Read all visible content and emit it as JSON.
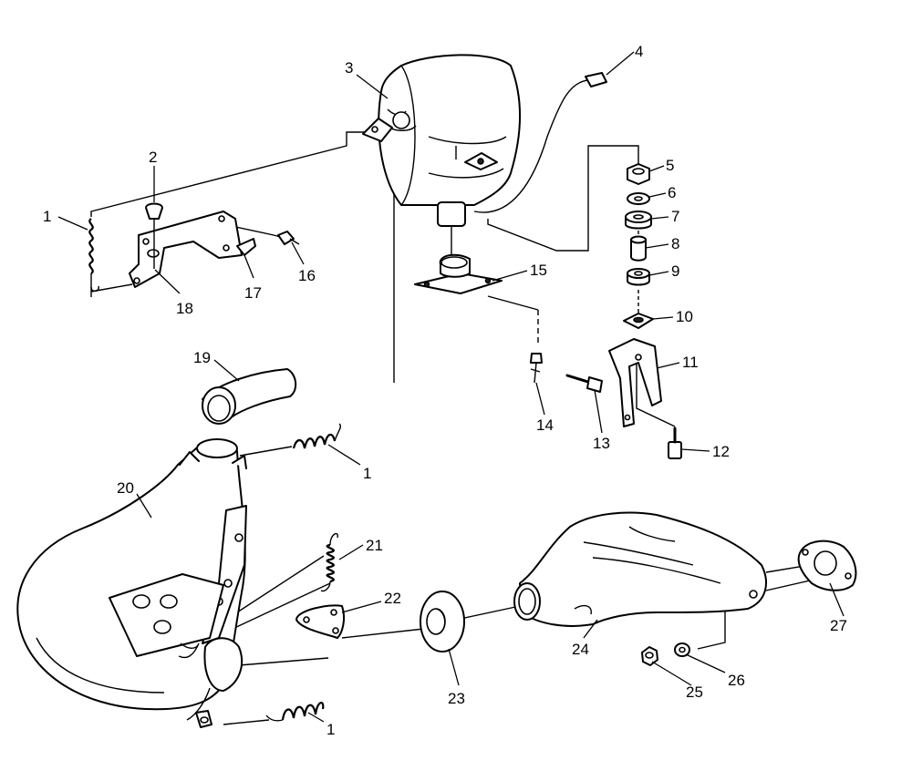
{
  "labels": {
    "p1a": "1",
    "p2": "2",
    "p3": "3",
    "p4": "4",
    "p5": "5",
    "p6": "6",
    "p7": "7",
    "p8": "8",
    "p9": "9",
    "p10": "10",
    "p11": "11",
    "p12": "12",
    "p13": "13",
    "p14": "14",
    "p15": "15",
    "p16": "16",
    "p17": "17",
    "p18": "18",
    "p19": "19",
    "p1b": "1",
    "p20": "20",
    "p21": "21",
    "p22": "22",
    "p23": "23",
    "p24": "24",
    "p25": "25",
    "p26": "26",
    "p27": "27",
    "p1c": "1"
  }
}
